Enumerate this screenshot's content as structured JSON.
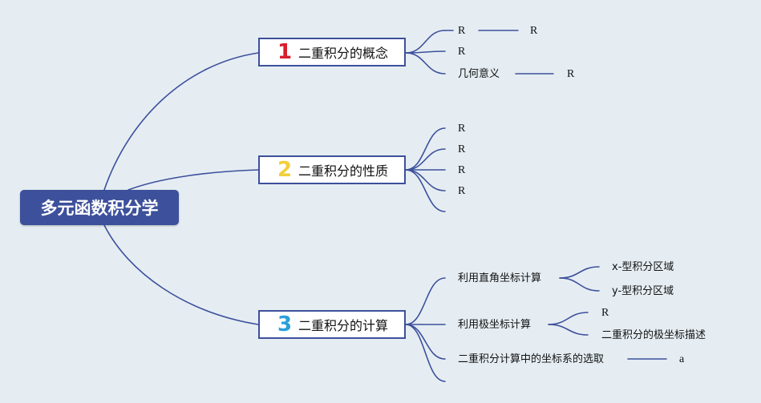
{
  "root": {
    "title": "多元函数积分学"
  },
  "branches": [
    {
      "number": "1",
      "number_color": "#d81e2c",
      "label": "二重积分的概念",
      "children": [
        "R",
        "R",
        "几何意义"
      ],
      "grandchildren": {
        "first": "R",
        "third": "R"
      }
    },
    {
      "number": "2",
      "number_color": "#f2cf3a",
      "label": "二重积分的性质",
      "children": [
        "R",
        "R",
        "R",
        "R",
        ""
      ]
    },
    {
      "number": "3",
      "number_color": "#2a9fd9",
      "label": "二重积分的计算",
      "children": [
        "利用直角坐标计算",
        "利用极坐标计算",
        "二重积分计算中的坐标系的选取",
        ""
      ],
      "grandchildren": {
        "rect": [
          "x-型积分区域",
          "y-型积分区域"
        ],
        "polar": [
          "R",
          "二重积分的极坐标描述"
        ],
        "choose": "a"
      }
    }
  ],
  "colors": {
    "line": "#3d509b",
    "background": "#e5edf3",
    "root_fill": "#3d509b"
  }
}
